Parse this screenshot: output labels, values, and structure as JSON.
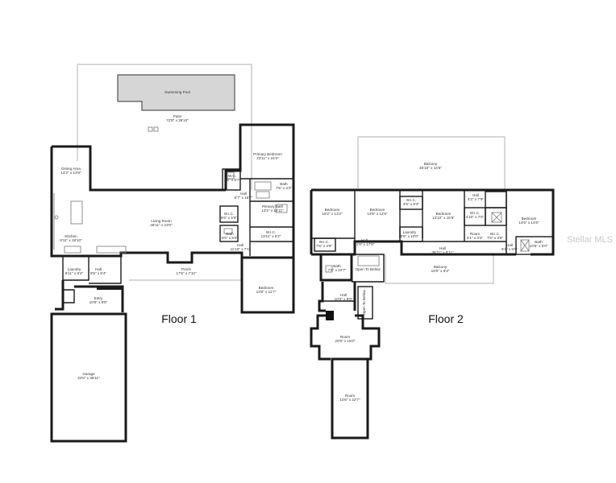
{
  "floor1": {
    "title": "Floor 1",
    "rooms": [
      {
        "id": "swimming-pool",
        "name": "Swimming Pool",
        "dims": ""
      },
      {
        "id": "patio",
        "name": "Patio",
        "dims": "72'8\" x 39'10\""
      },
      {
        "id": "dining-area",
        "name": "Dining Area",
        "dims": "12'2\" x 13'8\""
      },
      {
        "id": "primary-bedroom",
        "name": "Primary Bedroom",
        "dims": "23'11\" x 16'3\""
      },
      {
        "id": "wc1",
        "name": "W.C.",
        "dims": "4'8\" x 5'7\""
      },
      {
        "id": "bath1",
        "name": "Bath",
        "dims": "7'5\" x 4'3\""
      },
      {
        "id": "hall1",
        "name": "Hall",
        "dims": "6'7\" x 15'7\""
      },
      {
        "id": "primary-bath",
        "name": "Primary Bath",
        "dims": "13'2\" x 16'11\""
      },
      {
        "id": "living-room",
        "name": "Living Room",
        "dims": "46'11\" x 23'0\""
      },
      {
        "id": "wc2",
        "name": "W.I.C.",
        "dims": "6'6\" x 5'6\""
      },
      {
        "id": "bath2",
        "name": "Bath",
        "dims": "6'6\" x 5'0\""
      },
      {
        "id": "wic1",
        "name": "W.I.C.",
        "dims": "13'11\" x 6'2\""
      },
      {
        "id": "hall2",
        "name": "Hall",
        "dims": "11'10\" x 7'1\""
      },
      {
        "id": "kitchen",
        "name": "Kitchen",
        "dims": "9'11\" x 19'10\""
      },
      {
        "id": "laundry1",
        "name": "Laundry",
        "dims": "6'11\" x 8'4\""
      },
      {
        "id": "hall3",
        "name": "Hall",
        "dims": "8'5\" x 8'4\""
      },
      {
        "id": "porch",
        "name": "Porch",
        "dims": "17'5\" x 7'10\""
      },
      {
        "id": "bedroom1",
        "name": "Bedroom",
        "dims": "13'8\" x 11'7\""
      },
      {
        "id": "entry",
        "name": "Entry",
        "dims": "10'6\" x 8'5\""
      },
      {
        "id": "garage",
        "name": "Garage",
        "dims": "22'8\" x 38'11\""
      }
    ]
  },
  "floor2": {
    "title": "Floor 2",
    "rooms": [
      {
        "id": "balcony1",
        "name": "Balcony",
        "dims": "45'10\" x 14'5\""
      },
      {
        "id": "bedroom2",
        "name": "Bedroom",
        "dims": "16'2\" x 13'3\""
      },
      {
        "id": "bedroom3",
        "name": "Bedroom",
        "dims": "13'6\" x 12'5\""
      },
      {
        "id": "wic2",
        "name": "W.I.C.",
        "dims": "4'6\" x 6'3\""
      },
      {
        "id": "bedroom4",
        "name": "Bedroom",
        "dims": "13'10\" x 15'6\""
      },
      {
        "id": "hall4",
        "name": "Hall",
        "dims": "4'2\" x 7'9\""
      },
      {
        "id": "bedroom5",
        "name": "Bedroom",
        "dims": "14'6\" x 14'6\""
      },
      {
        "id": "wic3",
        "name": "W.I.C.",
        "dims": "4'10\" x 7'6\""
      },
      {
        "id": "laundry2",
        "name": "Laundry",
        "dims": "8'6\" x 10'0\""
      },
      {
        "id": "wic4",
        "name": "W.I.C.",
        "dims": "7'6\" x 4'9\""
      },
      {
        "id": "hall5",
        "name": "Hall",
        "dims": "11'8\" x 17'6\""
      },
      {
        "id": "hall6",
        "name": "Hall",
        "dims": "36'11\" x 6'11\""
      },
      {
        "id": "room1",
        "name": "Room",
        "dims": "5'1\" x 3'3\""
      },
      {
        "id": "wic5",
        "name": "W.I.C.",
        "dims": "7'6\" x 3'8\""
      },
      {
        "id": "bath3",
        "name": "Bath",
        "dims": "10'5\" x 5'0\""
      },
      {
        "id": "hall7",
        "name": "Hall",
        "dims": "5'1\" x 5'9\""
      },
      {
        "id": "bath4",
        "name": "Bath",
        "dims": "7'6\" x 10'7\""
      },
      {
        "id": "balcony2",
        "name": "Balcony",
        "dims": "16'0\" x 8'3\""
      },
      {
        "id": "hall8",
        "name": "Hall",
        "dims": "10'3\" x 8'0\""
      },
      {
        "id": "room2",
        "name": "Room",
        "dims": "20'8\" x 15'0\""
      },
      {
        "id": "room3",
        "name": "Room",
        "dims": "10'6\" x 22'7\""
      }
    ],
    "notes": [
      {
        "id": "open-below-1",
        "text": "Open To Below"
      },
      {
        "id": "open-below-2",
        "text": "Open To Below"
      }
    ]
  },
  "watermark": "Stellar MLS"
}
